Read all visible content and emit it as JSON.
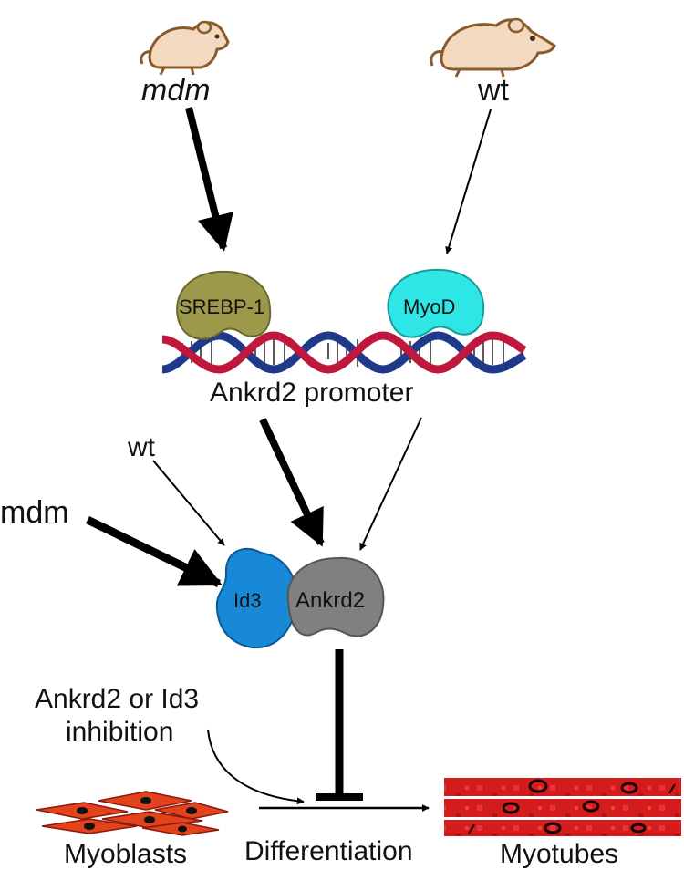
{
  "sources": {
    "mdm_top": "mdm",
    "wt_top": "wt",
    "wt_left": "wt",
    "mdm_left": "mdm"
  },
  "proteins": {
    "srebp": "SREBP-1",
    "myod": "MyoD",
    "id3": "Id3",
    "ankrd2": "Ankrd2"
  },
  "labels": {
    "promoter": "Ankrd2 promoter",
    "inhibition_line1": "Ankrd2 or Id3",
    "inhibition_line2": "inhibition",
    "myoblasts": "Myoblasts",
    "differentiation": "Differentiation",
    "myotubes": "Myotubes"
  },
  "colors": {
    "srebp": "#9c9a4a",
    "myod": "#2fe6e6",
    "id3": "#1789d6",
    "ankrd2": "#808080",
    "dna_red": "#c0183c",
    "dna_blue": "#1f3a8a",
    "mouse_body": "#f2d9bf",
    "mouse_outline": "#8a5a2b",
    "myoblast": "#e2421c",
    "myotube": "#d81e1e"
  },
  "icons": {
    "mouse": "mouse-icon",
    "dna": "dna-double-helix-icon",
    "myoblast": "myoblast-cell-icon",
    "myotube": "myotube-fiber-icon"
  }
}
